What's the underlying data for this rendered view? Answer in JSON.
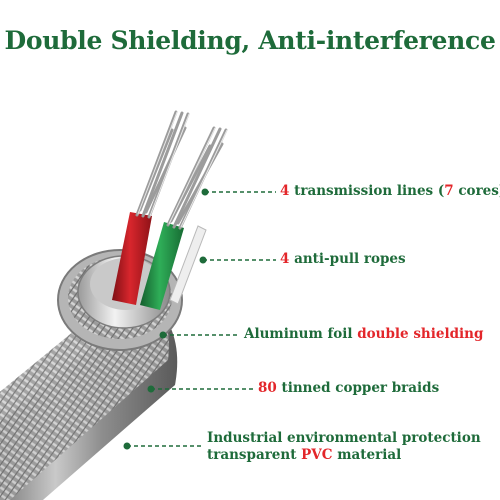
{
  "title": "Double Shielding, Anti-interference",
  "colors": {
    "title": "#1e6b3a",
    "highlight": "#e3262a",
    "red_core": "#b3191f",
    "green_core": "#1f8a44"
  },
  "callouts": {
    "transmission": {
      "pre": "",
      "num": "4",
      "mid": " transmission lines (",
      "num2": "7",
      "post": " cores)"
    },
    "ropes": {
      "num": "4",
      "post": " anti-pull ropes"
    },
    "foil": {
      "pre": "Aluminum foil ",
      "hl": "double shielding"
    },
    "braids": {
      "num": "80",
      "post": " tinned copper braids"
    },
    "pvc": {
      "line1": "Industrial environmental protection",
      "pre": "transparent ",
      "hl": "PVC",
      "post": " material"
    }
  }
}
